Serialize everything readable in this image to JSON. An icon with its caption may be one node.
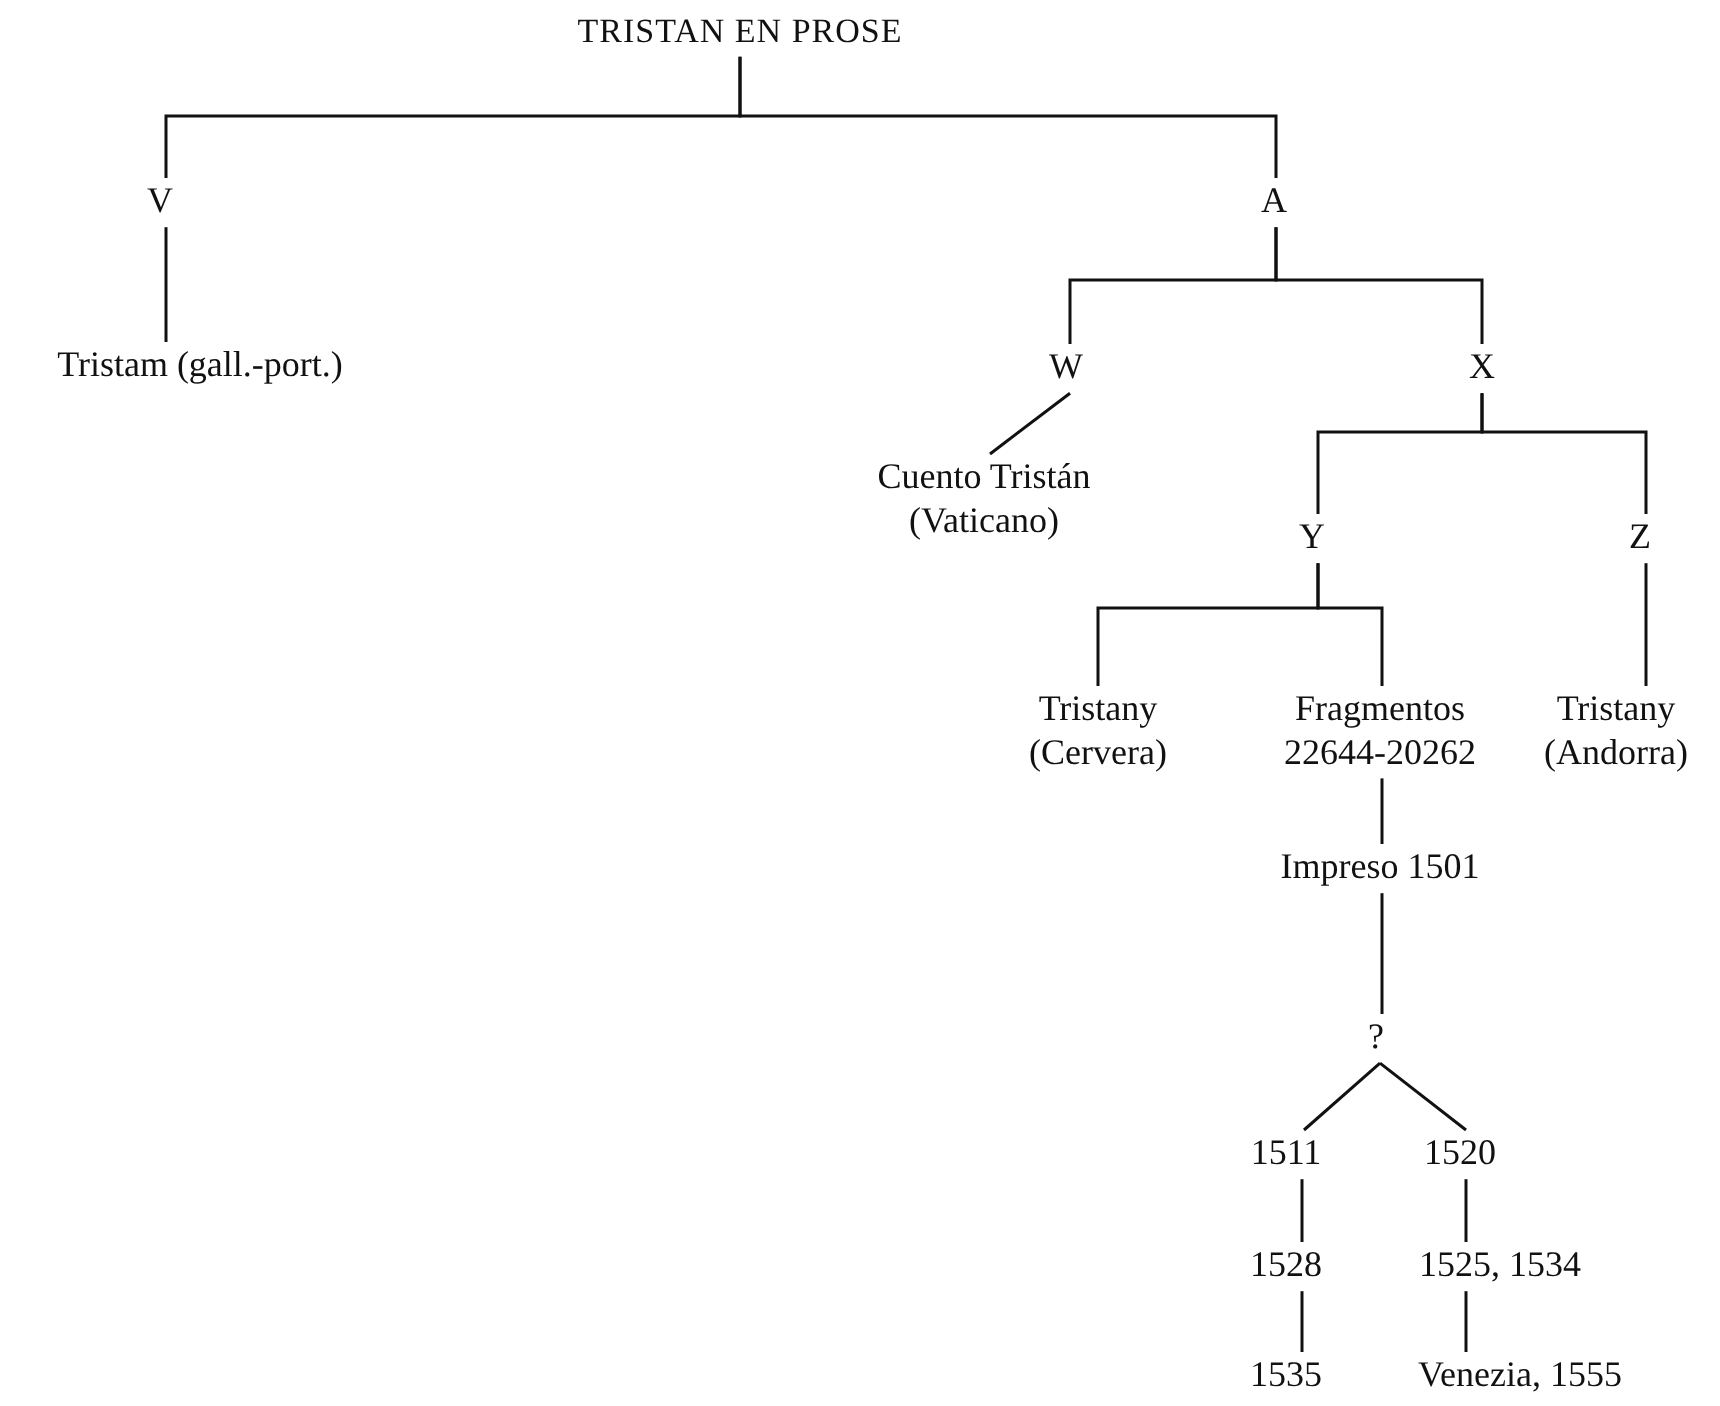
{
  "diagram": {
    "nodes": [
      {
        "text": [
          "TRISTAN EN PROSE"
        ]
      },
      {
        "text": [
          "V"
        ]
      },
      {
        "text": [
          "A"
        ]
      },
      {
        "text": [
          "Tristam (gall.-port.)"
        ]
      },
      {
        "text": [
          "W"
        ]
      },
      {
        "text": [
          "X"
        ]
      },
      {
        "text": [
          "Cuento Tristán (Vaticano)"
        ]
      },
      {
        "text": [
          "Y"
        ]
      },
      {
        "text": [
          "Z"
        ]
      },
      {
        "text": [
          "Tristany (Cervera)"
        ]
      },
      {
        "text": [
          "Fragmentos 22644-20262"
        ]
      },
      {
        "text": [
          "Tristany (Andorra)"
        ]
      },
      {
        "text": [
          "Impreso 1501"
        ]
      },
      {
        "text": [
          "?"
        ]
      },
      {
        "text": [
          "1511"
        ]
      },
      {
        "text": [
          "1520"
        ]
      },
      {
        "text": [
          "1528"
        ]
      },
      {
        "text": [
          "1525, 1534"
        ]
      },
      {
        "text": [
          "1535"
        ]
      },
      {
        "text": [
          "Venezia, 1555"
        ]
      }
    ],
    "edges": [
      {
        "from": 0,
        "to": 1,
        "arrow": "none"
      },
      {
        "from": 0,
        "to": 2,
        "arrow": "none"
      },
      {
        "from": 1,
        "to": 3,
        "arrow": "none"
      },
      {
        "from": 2,
        "to": 4,
        "arrow": "none"
      },
      {
        "from": 2,
        "to": 5,
        "arrow": "none"
      },
      {
        "from": 4,
        "to": 6,
        "arrow": "none"
      },
      {
        "from": 5,
        "to": 7,
        "arrow": "none"
      },
      {
        "from": 5,
        "to": 8,
        "arrow": "none"
      },
      {
        "from": 7,
        "to": 9,
        "arrow": "none"
      },
      {
        "from": 7,
        "to": 10,
        "arrow": "none"
      },
      {
        "from": 8,
        "to": 11,
        "arrow": "none"
      },
      {
        "from": 10,
        "to": 12,
        "arrow": "none"
      },
      {
        "from": 12,
        "to": 13,
        "arrow": "none"
      },
      {
        "from": 13,
        "to": 14,
        "arrow": "none"
      },
      {
        "from": 13,
        "to": 15,
        "arrow": "none"
      },
      {
        "from": 14,
        "to": 16,
        "arrow": "none"
      },
      {
        "from": 15,
        "to": 17,
        "arrow": "none"
      },
      {
        "from": 16,
        "to": 18,
        "arrow": "none"
      },
      {
        "from": 17,
        "to": 19,
        "arrow": "none"
      }
    ]
  }
}
